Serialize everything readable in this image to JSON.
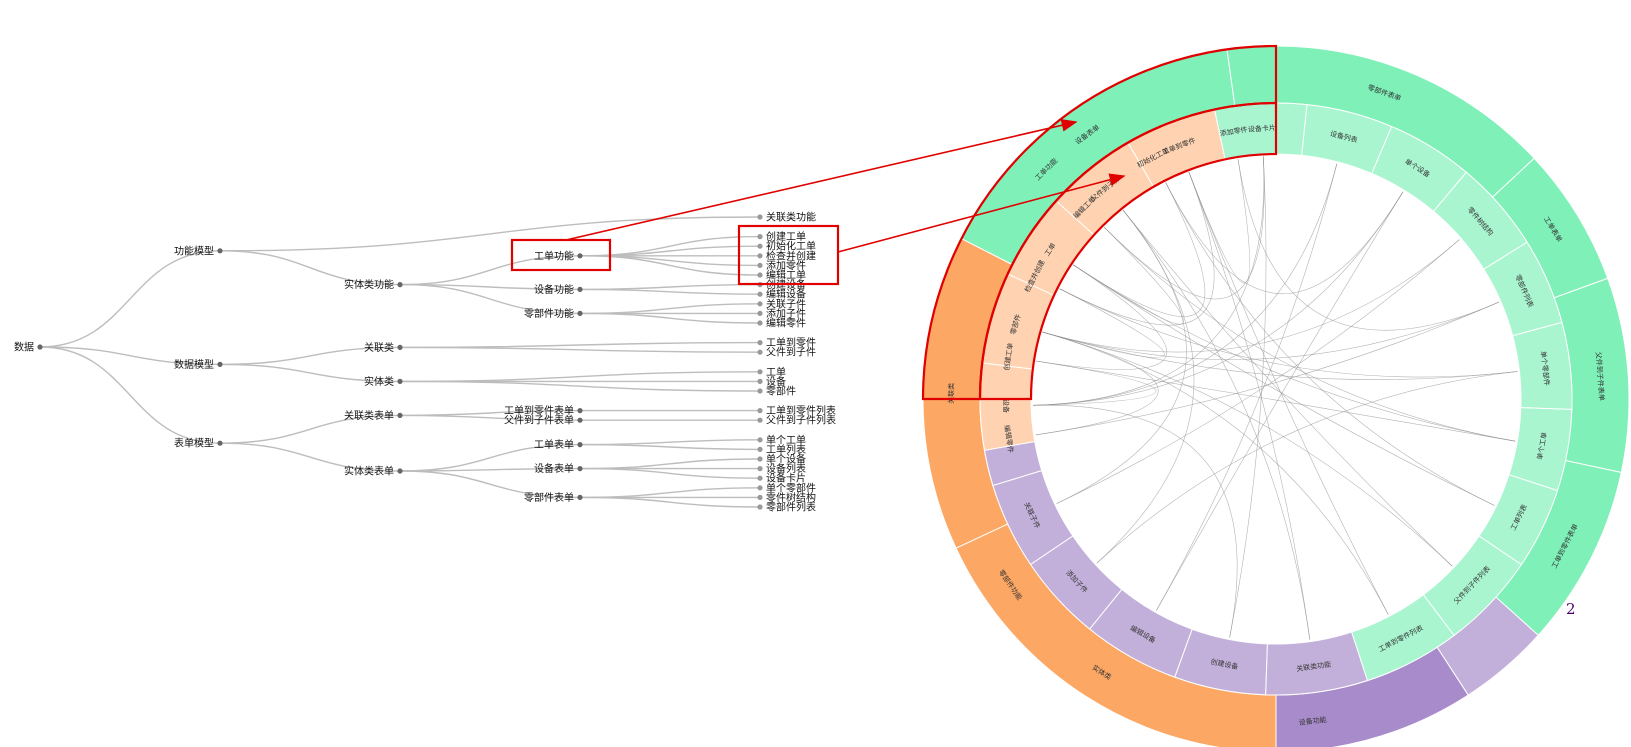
{
  "tree": {
    "root": "数据",
    "children": [
      {
        "label": "功能模型",
        "children": [
          {
            "label": "关联类功能"
          },
          {
            "label": "实体类功能",
            "children": [
              {
                "label": "工单功能",
                "children": [
                  {
                    "label": "创建工单"
                  },
                  {
                    "label": "初始化工单"
                  },
                  {
                    "label": "检查并创建"
                  },
                  {
                    "label": "添加零件"
                  },
                  {
                    "label": "编辑工单"
                  }
                ]
              },
              {
                "label": "设备功能",
                "children": [
                  {
                    "label": "创建设备"
                  },
                  {
                    "label": "编辑设备"
                  }
                ]
              },
              {
                "label": "零部件功能",
                "children": [
                  {
                    "label": "关联子件"
                  },
                  {
                    "label": "添加子件"
                  },
                  {
                    "label": "编辑零件"
                  }
                ]
              }
            ]
          }
        ]
      },
      {
        "label": "数据模型",
        "children": [
          {
            "label": "关联类",
            "children": [
              {
                "label": "工单到零件"
              },
              {
                "label": "父件到子件"
              }
            ]
          },
          {
            "label": "实体类",
            "children": [
              {
                "label": "工单"
              },
              {
                "label": "设备"
              },
              {
                "label": "零部件"
              }
            ]
          }
        ]
      },
      {
        "label": "表单模型",
        "children": [
          {
            "label": "关联类表单",
            "children": [
              {
                "label": "工单到零件表单",
                "children": [
                  {
                    "label": "工单到零件列表"
                  }
                ]
              },
              {
                "label": "父件到子件表单",
                "children": [
                  {
                    "label": "父件到子件列表"
                  }
                ]
              }
            ]
          },
          {
            "label": "实体类表单",
            "children": [
              {
                "label": "工单表单",
                "children": [
                  {
                    "label": "单个工单"
                  },
                  {
                    "label": "工单列表"
                  }
                ]
              },
              {
                "label": "设备表单",
                "children": [
                  {
                    "label": "单个设备"
                  },
                  {
                    "label": "设备列表"
                  },
                  {
                    "label": "设备卡片"
                  }
                ]
              },
              {
                "label": "零部件表单",
                "children": [
                  {
                    "label": "单个零部件"
                  },
                  {
                    "label": "零件树结构"
                  },
                  {
                    "label": "零部件列表"
                  }
                ]
              }
            ]
          }
        ]
      }
    ]
  },
  "ring": {
    "outer": [
      {
        "label": "工单功能",
        "from": -90,
        "to": 0,
        "color": "#a78bcb",
        "highlight": true
      },
      {
        "label": "零部件功能",
        "from": -160,
        "to": -90,
        "color": "#a78bcb"
      },
      {
        "label": "设备功能",
        "from": -213,
        "to": -160,
        "color": "#a78bcb"
      },
      {
        "label": "",
        "from": -228,
        "to": -213,
        "color": "#c3b0da"
      },
      {
        "label": "工单到零件表单",
        "from": -258,
        "to": -228,
        "color": "#7ef0b8"
      },
      {
        "label": "父件到子件表单",
        "from": -290,
        "to": -258,
        "color": "#7ef0b8"
      },
      {
        "label": "工单表单",
        "from": -313,
        "to": -290,
        "color": "#7ef0b8"
      },
      {
        "label": "零部件表单",
        "from": -368,
        "to": -313,
        "color": "#7ef0b8"
      },
      {
        "label": "设备表单",
        "from": -423,
        "to": -368,
        "color": "#7ef0b8"
      },
      {
        "label": "关联类",
        "from": -475,
        "to": -423,
        "color": "#fda764"
      },
      {
        "label": "实体类",
        "from": -540,
        "to": -475,
        "color": "#fda764"
      }
    ],
    "inner": [
      {
        "label": "添加零件",
        "from": -18,
        "to": 0,
        "color": "#c3b0da",
        "highlight": true
      },
      {
        "label": "初始化工单",
        "from": -36,
        "to": -18,
        "color": "#c3b0da",
        "highlight": true
      },
      {
        "label": "编辑工单",
        "from": -54,
        "to": -36,
        "color": "#c3b0da",
        "highlight": true
      },
      {
        "label": "检查并创建",
        "from": -72,
        "to": -54,
        "color": "#c3b0da",
        "highlight": true
      },
      {
        "label": "创建工单",
        "from": -90,
        "to": -72,
        "color": "#c3b0da",
        "highlight": true
      },
      {
        "label": "编辑零件",
        "from": -107,
        "to": -90,
        "color": "#c3b0da"
      },
      {
        "label": "关联子件",
        "from": -124,
        "to": -107,
        "color": "#c3b0da"
      },
      {
        "label": "添加子件",
        "from": -141,
        "to": -124,
        "color": "#c3b0da"
      },
      {
        "label": "编辑设备",
        "from": -160,
        "to": -141,
        "color": "#c3b0da"
      },
      {
        "label": "创建设备",
        "from": -178,
        "to": -160,
        "color": "#c3b0da"
      },
      {
        "label": "关联类功能",
        "from": -198,
        "to": -178,
        "color": "#c3b0da"
      },
      {
        "label": "工单到零件列表",
        "from": -217,
        "to": -198,
        "color": "#a9f5d0"
      },
      {
        "label": "父件到子件列表",
        "from": -236,
        "to": -217,
        "color": "#a9f5d0"
      },
      {
        "label": "工单列表",
        "from": -252,
        "to": -236,
        "color": "#a9f5d0"
      },
      {
        "label": "单个工单",
        "from": -268,
        "to": -252,
        "color": "#a9f5d0"
      },
      {
        "label": "单个零部件",
        "from": -285,
        "to": -268,
        "color": "#a9f5d0"
      },
      {
        "label": "零部件列表",
        "from": -302,
        "to": -285,
        "color": "#a9f5d0"
      },
      {
        "label": "零件树结构",
        "from": -320,
        "to": -302,
        "color": "#a9f5d0"
      },
      {
        "label": "单个设备",
        "from": -337,
        "to": -320,
        "color": "#a9f5d0"
      },
      {
        "label": "设备列表",
        "from": -354,
        "to": -337,
        "color": "#a9f5d0"
      },
      {
        "label": "设备卡片",
        "from": -372,
        "to": -354,
        "color": "#a9f5d0"
      },
      {
        "label": "工单到零件",
        "from": -390,
        "to": -372,
        "color": "#ffd3b1"
      },
      {
        "label": "父件到子件",
        "from": -408,
        "to": -390,
        "color": "#ffd3b1"
      },
      {
        "label": "工单",
        "from": -425,
        "to": -408,
        "color": "#ffd3b1"
      },
      {
        "label": "零部件",
        "from": -443,
        "to": -425,
        "color": "#ffd3b1"
      },
      {
        "label": "设备",
        "from": -460,
        "to": -443,
        "color": "#ffd3b1"
      }
    ],
    "chords": [
      [
        "创建工单",
        "工单"
      ],
      [
        "创建工单",
        "单个工单"
      ],
      [
        "初始化工单",
        "工单"
      ],
      [
        "初始化工单",
        "工单列表"
      ],
      [
        "检查并创建",
        "工单到零件"
      ],
      [
        "检查并创建",
        "零部件"
      ],
      [
        "添加零件",
        "工单到零件"
      ],
      [
        "添加零件",
        "零部件列表"
      ],
      [
        "编辑工单",
        "单个工单"
      ],
      [
        "编辑工单",
        "工单"
      ],
      [
        "创建设备",
        "设备"
      ],
      [
        "创建设备",
        "设备卡片"
      ],
      [
        "编辑设备",
        "设备列表"
      ],
      [
        "编辑设备",
        "单个设备"
      ],
      [
        "关联子件",
        "父件到子件"
      ],
      [
        "关联子件",
        "零件树结构"
      ],
      [
        "添加子件",
        "父件到子件"
      ],
      [
        "添加子件",
        "单个零部件"
      ],
      [
        "编辑零件",
        "零部件"
      ],
      [
        "编辑零件",
        "零部件列表"
      ],
      [
        "关联类功能",
        "工单到零件"
      ],
      [
        "关联类功能",
        "父件到子件"
      ],
      [
        "工单到零件列表",
        "工单到零件"
      ],
      [
        "父件到子件列表",
        "父件到子件"
      ],
      [
        "工单列表",
        "工单"
      ],
      [
        "单个工单",
        "工单"
      ],
      [
        "单个设备",
        "设备"
      ],
      [
        "设备列表",
        "设备"
      ],
      [
        "设备卡片",
        "设备"
      ],
      [
        "单个零部件",
        "零部件"
      ],
      [
        "零件树结构",
        "零部件"
      ],
      [
        "零部件列表",
        "零部件"
      ],
      [
        "工单到零件列表",
        "零部件"
      ],
      [
        "父件到子件列表",
        "零部件"
      ],
      [
        "创建工单",
        "设备"
      ],
      [
        "编辑工单",
        "设备卡片"
      ],
      [
        "检查并创建",
        "单个零部件"
      ],
      [
        "初始化工单",
        "单个设备"
      ]
    ]
  },
  "page_number": "2"
}
